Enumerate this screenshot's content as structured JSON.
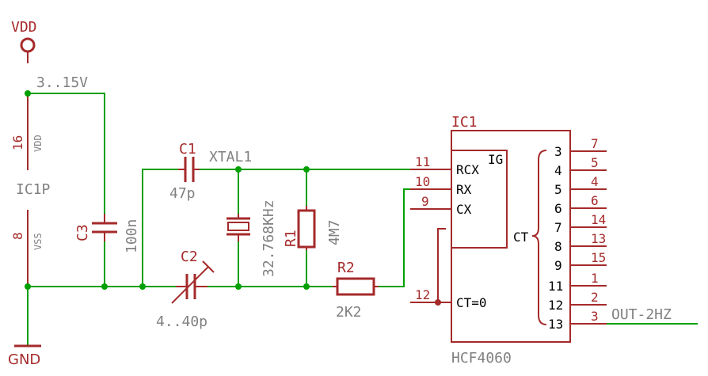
{
  "power": {
    "vdd": "VDD",
    "gnd": "GND",
    "range": "3..15V"
  },
  "ic1p": {
    "name": "IC1P",
    "pin_vdd_num": "16",
    "pin_vdd": "VDD",
    "pin_vss_num": "8",
    "pin_vss": "VSS"
  },
  "c3": {
    "name": "C3",
    "value": "100n"
  },
  "c1": {
    "name": "C1",
    "value": "47p"
  },
  "c2": {
    "name": "C2",
    "value": "4..40p"
  },
  "xtal": {
    "name": "XTAL1",
    "value": "32.768KHz"
  },
  "r1": {
    "name": "R1",
    "value": "4M7"
  },
  "r2": {
    "name": "R2",
    "value": "2K2"
  },
  "ic1": {
    "name": "IC1",
    "part": "HCF4060",
    "block_label": "IG",
    "ct_label": "CT",
    "inputs": [
      {
        "num": "11",
        "name": "RCX"
      },
      {
        "num": "10",
        "name": "RX"
      },
      {
        "num": "9",
        "name": "CX"
      },
      {
        "num": "12",
        "name": "CT=0"
      }
    ],
    "outputs": [
      {
        "q": "3",
        "pin": "7"
      },
      {
        "q": "4",
        "pin": "5"
      },
      {
        "q": "5",
        "pin": "4"
      },
      {
        "q": "6",
        "pin": "6"
      },
      {
        "q": "7",
        "pin": "14"
      },
      {
        "q": "8",
        "pin": "13"
      },
      {
        "q": "9",
        "pin": "15"
      },
      {
        "q": "11",
        "pin": "1"
      },
      {
        "q": "12",
        "pin": "2"
      },
      {
        "q": "13",
        "pin": "3"
      }
    ]
  },
  "out": {
    "net": "OUT-2HZ"
  }
}
